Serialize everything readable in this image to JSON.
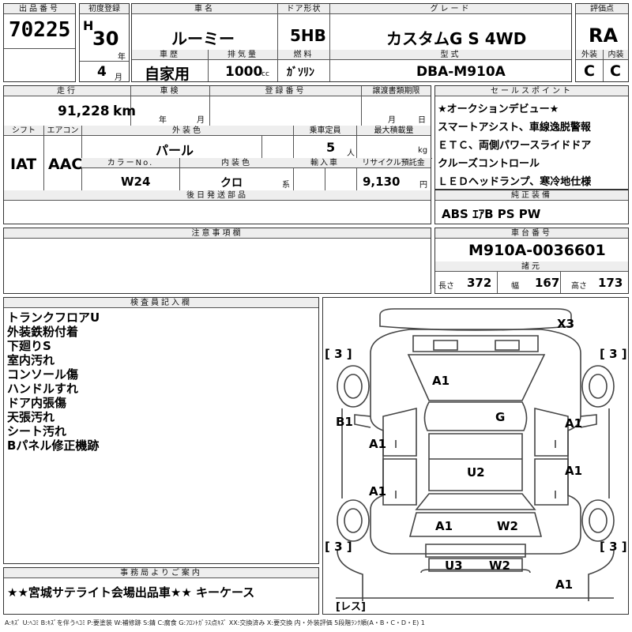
{
  "header": {
    "lot_no_label": "出品番号",
    "lot_no": "70225",
    "first_reg_label": "初度登録",
    "era": "H",
    "year": "30",
    "year_unit": "年",
    "month": "4",
    "month_unit": "月",
    "car_name_label": "車名",
    "car_name": "ルーミー",
    "door_label": "ドア形状",
    "door": "5HB",
    "grade_label": "グレード",
    "grade": "カスタムG S 4WD",
    "rating_label": "評価点",
    "rating": "RA",
    "history_label": "車歴",
    "history": "自家用",
    "disp_label": "排気量",
    "disp": "1000",
    "disp_unit": "cc",
    "fuel_label": "燃料",
    "fuel": "ｶﾞｿﾘﾝ",
    "model_label": "型式",
    "model": "DBA-M910A",
    "ext_label": "外装",
    "ext": "C",
    "int_label": "内装",
    "int": "C"
  },
  "row2": {
    "mileage_label": "走行",
    "mileage": "91,228",
    "mileage_unit": "km",
    "inspection_label": "車検",
    "insp_year_unit": "年",
    "insp_month_unit": "月",
    "reg_label": "登録番号",
    "transfer_label": "譲渡書類期限",
    "transfer_month_unit": "月",
    "transfer_day_unit": "日",
    "shift_label": "シフト",
    "shift": "IAT",
    "ac_label": "エアコン",
    "ac": "AAC",
    "color_label": "外装色",
    "color": "パール",
    "capacity_label": "乗車定員",
    "capacity": "5",
    "capacity_unit": "人",
    "load_label": "最大積載量",
    "load_unit": "kg",
    "colorno_label": "カラーNo.",
    "colorno": "W24",
    "intcolor_label": "内装色",
    "intcolor": "クロ",
    "intcolor_unit": "系",
    "import_label": "輸入車",
    "recycle_label": "リサイクル預託金",
    "recycle": "9,130",
    "recycle_unit": "円",
    "later_label": "後日発送部品"
  },
  "sales": {
    "label": "セールスポイント",
    "lines": [
      "★オークションデビュー★",
      "スマートアシスト、車線逸脱警報",
      "ＥＴＣ、両側パワースライドドア",
      "クルーズコントロール",
      "ＬＥＤヘッドランプ、寒冷地仕様"
    ]
  },
  "equipment": {
    "label": "純正装備",
    "value": "ABS ｴｱB PS PW"
  },
  "notes": {
    "label": "注意事項欄"
  },
  "chassis": {
    "label": "車台番号",
    "value": "M910A-0036601",
    "spec_label": "諸元",
    "len_label": "長さ",
    "len": "372",
    "wid_label": "幅",
    "wid": "167",
    "hgt_label": "高さ",
    "hgt": "173"
  },
  "inspector": {
    "label": "検査員記入欄",
    "lines": [
      "トランクフロアU",
      "外装鉄粉付着",
      "下廻りS",
      "室内汚れ",
      "コンソール傷",
      "ハンドルすれ",
      "ドア内張傷",
      "天張汚れ",
      "シート汚れ",
      "Bパネル修正機跡"
    ]
  },
  "office": {
    "label": "事務局よりご案内",
    "value": "★★宮城サテライト会場出品車★★ キーケース"
  },
  "diagram": {
    "marks": {
      "x3": "X3",
      "a1_hood": "A1",
      "g_glass": "G",
      "b1": "B1",
      "a1_lf": "A1",
      "a1_rf": "A1",
      "u2": "U2",
      "a1_lr": "A1",
      "a1_rr": "A1",
      "a1_rear": "A1",
      "w2_rear": "W2",
      "u3": "U3",
      "w2_bumper": "W2",
      "a1_bottom": "A1"
    },
    "tire_left_top": "[ 3 ]",
    "tire_right_top": "[ 3 ]",
    "tire_left_bot": "[ 3 ]",
    "tire_right_bot": "[ 3 ]",
    "spare": "[レス]"
  },
  "legend": "A:ｷｽﾞ U:ﾍｺﾐ B:ｷｽﾞを伴うﾍｺﾐ P:要塗装 W:補修跡 S:錆 C:腐食 G:ﾌﾛﾝﾄｶﾞﾗｽ点ｷｽﾞ XX:交換済み X:要交換 内・外装評価 5段階ﾗﾝｸ順(A・B・C・D・E) 1"
}
